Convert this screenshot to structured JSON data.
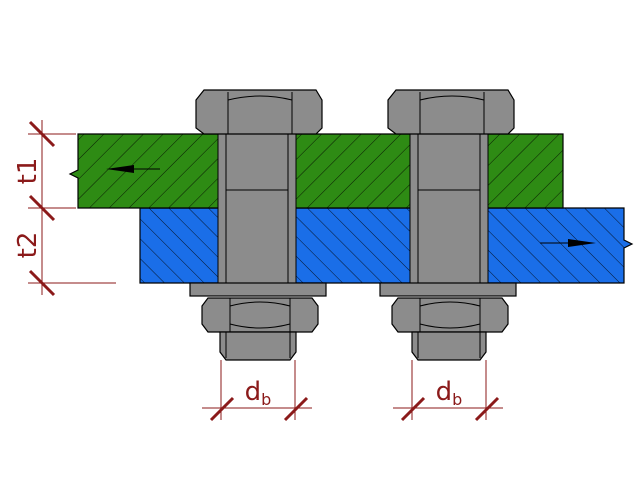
{
  "labels": {
    "t1": "t1",
    "t2": "t2",
    "db_main": "d",
    "db_sub": "b"
  },
  "colors": {
    "top_plate": "#2e8b14",
    "bottom_plate": "#1a6ee8",
    "steel": "#8c8c8c",
    "steel_shade": "#7a7a7a",
    "dimension": "#8b1a1a",
    "outline": "#000000"
  },
  "icons": {
    "force_arrow_left": "arrow-left-icon",
    "force_arrow_right": "arrow-right-icon"
  }
}
